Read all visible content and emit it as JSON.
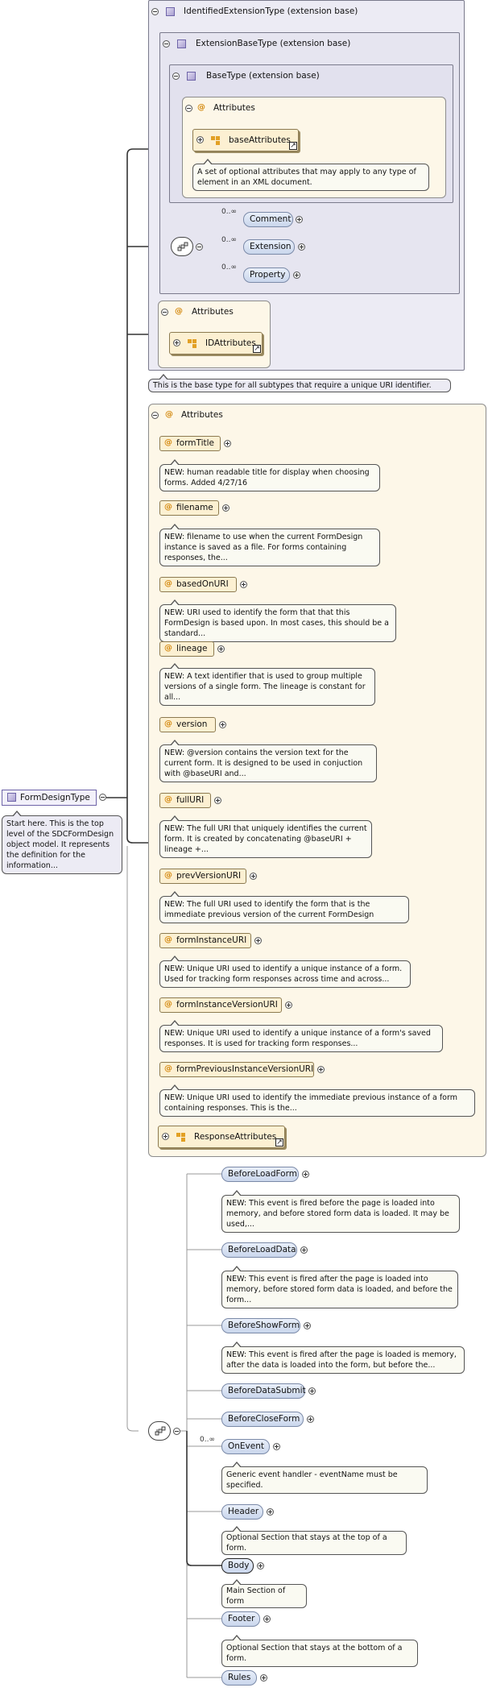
{
  "root": {
    "label": "FormDesignType",
    "note": "Start here.  This is the top level of the SDCFormDesign object model.  It represents the definition for the information..."
  },
  "extension": {
    "identified_label": "IdentifiedExtensionType (extension base)",
    "extbase_label": "ExtensionBaseType (extension base)",
    "base_label": "BaseType (extension base)",
    "attributes_label": "Attributes",
    "base_attributes": "baseAttributes",
    "base_attributes_note": "A set of optional attributes that may apply to any type of element in an XML document.",
    "children": [
      {
        "label": "Comment",
        "mult": "0..∞"
      },
      {
        "label": "Extension",
        "mult": "0..∞"
      },
      {
        "label": "Property",
        "mult": "0..∞"
      }
    ],
    "id_attributes_label": "Attributes",
    "id_attributes": "IDAttributes",
    "identified_note": "This is the base type for all subtypes that require a unique URI identifier."
  },
  "attributes": {
    "label": "Attributes",
    "items": [
      {
        "name": "formTitle",
        "note": "NEW: human readable title for display when choosing forms. Added 4/27/16"
      },
      {
        "name": "filename",
        "note": "NEW: filename to use when the current FormDesign instance is saved as a file.  For forms containing responses, the..."
      },
      {
        "name": "basedOnURI",
        "note": "NEW: URI used to identify the form that that this FormDesign is based upon.  In most cases, this should be a standard..."
      },
      {
        "name": "lineage",
        "note": "NEW: A text identifier that is used to group multiple versions of a single form. The lineage is constant for all..."
      },
      {
        "name": "version",
        "note": "NEW: @version contains the version text for the current form.  It is designed to be used in conjuction with @baseURI and..."
      },
      {
        "name": "fullURI",
        "note": "NEW: The full URI that uniquely identifies the current form.  It is created by concatenating @baseURI + lineage +..."
      },
      {
        "name": "prevVersionURI",
        "note": "NEW: The full URI used to identify the form that is the immediate previous version of the current FormDesign"
      },
      {
        "name": "formInstanceURI",
        "note": "NEW: Unique URI used to identify a unique instance of a form.  Used for tracking form responses across time and across..."
      },
      {
        "name": "formInstanceVersionURI",
        "note": "NEW: Unique URI used to identify a unique instance of a form's saved responses.  It is used for tracking form responses..."
      },
      {
        "name": "formPreviousInstanceVersionURI",
        "note": "NEW: Unique URI used to identify the immediate previous instance of a form containing responses.  This is the..."
      }
    ],
    "response_attributes": "ResponseAttributes"
  },
  "sequence": {
    "items": [
      {
        "label": "BeforeLoadForm",
        "mult": "",
        "note": "NEW: This event is fired before the page is loaded into memory, and before stored form data is loaded.  It may be used,..."
      },
      {
        "label": "BeforeLoadData",
        "mult": "",
        "note": "NEW: This event is fired after the page is loaded into memory, before stored form data is loaded, and before the form..."
      },
      {
        "label": "BeforeShowForm",
        "mult": "",
        "note": "NEW: This event is fired after the page is loaded is memory, after the data is loaded into the form, but before the..."
      },
      {
        "label": "BeforeDataSubmit",
        "mult": "",
        "note": ""
      },
      {
        "label": "BeforeCloseForm",
        "mult": "",
        "note": ""
      },
      {
        "label": "OnEvent",
        "mult": "0..∞",
        "note": "Generic event handler - eventName must be specified."
      },
      {
        "label": "Header",
        "mult": "",
        "note": "Optional Section that stays at the top of a form."
      },
      {
        "label": "Body",
        "mult": "",
        "note": "Main Section of form"
      },
      {
        "label": "Footer",
        "mult": "",
        "note": "Optional Section that stays at the bottom of a form."
      },
      {
        "label": "Rules",
        "mult": "",
        "note": ""
      }
    ]
  }
}
